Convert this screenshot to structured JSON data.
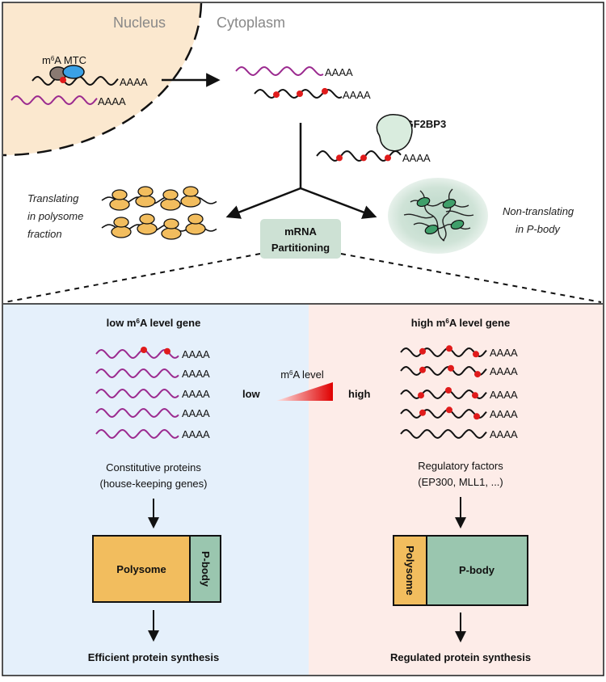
{
  "top": {
    "nucleus_label": "Nucleus",
    "cytoplasm_label": "Cytoplasm",
    "mtc_label_prefix": "m",
    "mtc_label_sup": "6",
    "mtc_label_suffix": "A MTC",
    "polya": "AAAA",
    "reader_label": "IGF2BP3",
    "polysome_text": [
      "Translating",
      "in polysome",
      "fraction"
    ],
    "pbody_text": [
      "Non-translating",
      "in P-body"
    ],
    "partition_label": [
      "mRNA",
      "Partitioning"
    ]
  },
  "bottom": {
    "left": {
      "title_prefix": "low m",
      "title_sup": "6",
      "title_suffix": "A level gene",
      "description": [
        "Constitutive proteins",
        "(house-keeping genes)"
      ],
      "box_main": "Polysome",
      "box_side": "P-body",
      "outcome": "Efficient protein synthesis"
    },
    "right": {
      "title_prefix": "high m",
      "title_sup": "6",
      "title_suffix": "A level gene",
      "description": [
        "Regulatory factors",
        "(EP300, MLL1, ...)"
      ],
      "box_main": "P-body",
      "box_side": "Polysome",
      "outcome": "Regulated protein synthesis"
    },
    "gradient": {
      "caption_prefix": "m",
      "caption_sup": "6",
      "caption_suffix": "A level",
      "low": "low",
      "high": "high"
    }
  },
  "colors": {
    "nucleus_fill": "#fbe8cf",
    "low_panel": "#e5f0fb",
    "high_panel": "#fdece8",
    "polysome": "#f2bd5e",
    "pbody": "#9ac6af",
    "partition_box": "#cde1d4",
    "m6a_dot": "#e01b1b",
    "magenta_rna": "#9b2a8f",
    "black_rna": "#111111"
  }
}
